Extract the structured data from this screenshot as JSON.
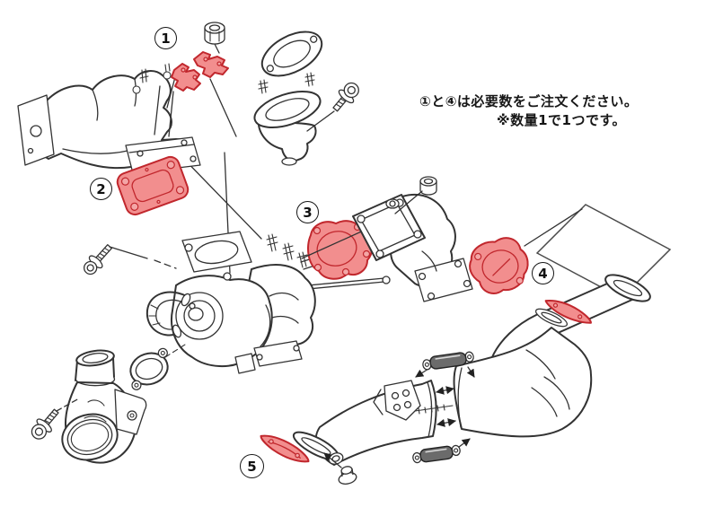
{
  "note": {
    "line1": "①と④は必要数をご注文ください。",
    "line2": "※数量1で1つです。"
  },
  "callouts": [
    {
      "label": "1"
    },
    {
      "label": "2"
    },
    {
      "label": "3"
    },
    {
      "label": "4"
    },
    {
      "label": "5"
    }
  ],
  "colors": {
    "highlight-fill": "#F28E8E",
    "highlight-stroke": "#C1272D",
    "hole-fill": "#F3A6A6",
    "line": "#333333",
    "sleeve-fill": "#6b6b6b",
    "background": "#ffffff"
  }
}
